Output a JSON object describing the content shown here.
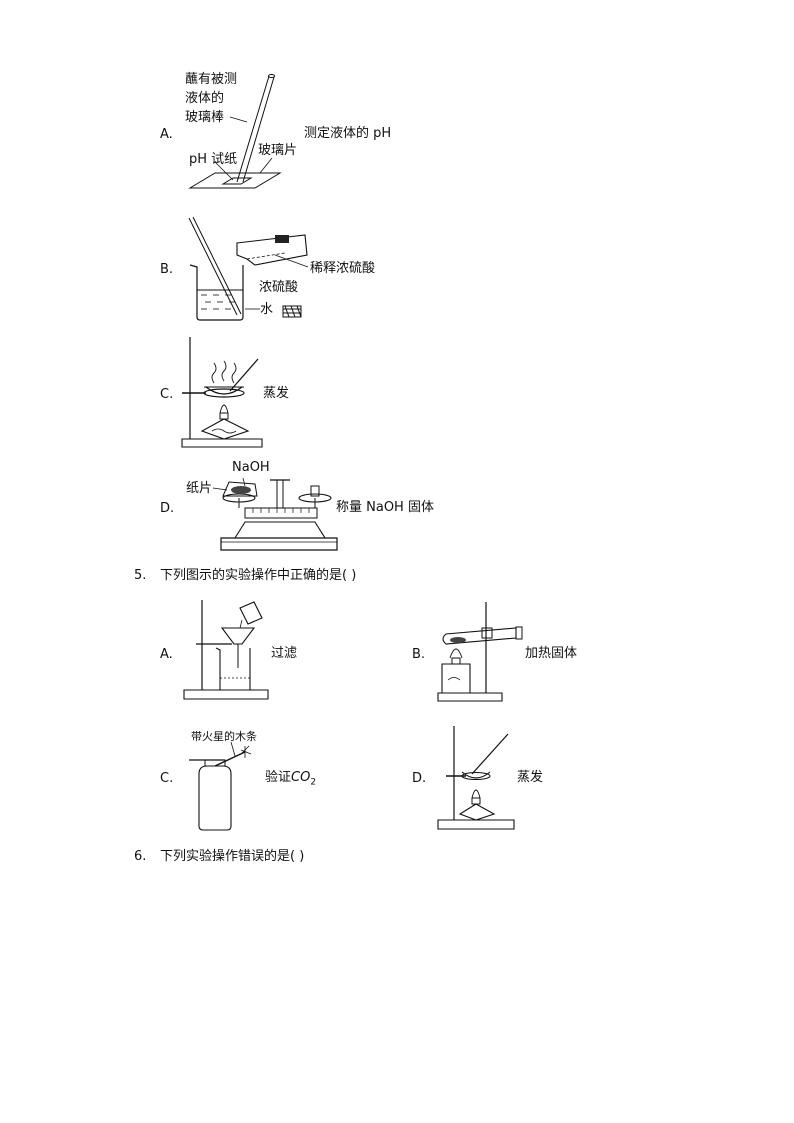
{
  "q4_options": {
    "A": {
      "letter": "A.",
      "label_rod_line1": "蘸有被测",
      "label_rod_line2": "液体的",
      "label_rod_line3": "玻璃棒",
      "label_glass": "玻璃片",
      "label_paper": "pH 试纸",
      "caption": "测定液体的 pH"
    },
    "B": {
      "letter": "B.",
      "caption": "稀释浓硫酸",
      "label_acid": "浓硫酸",
      "label_water": "水"
    },
    "C": {
      "letter": "C.",
      "caption": "蒸发"
    },
    "D": {
      "letter": "D.",
      "label_naoh": "NaOH",
      "label_paper": "纸片",
      "caption": "称量 NaOH 固体"
    }
  },
  "q5": {
    "number": "5.",
    "stem": "下列图示的实验操作中正确的是(    )",
    "A": {
      "letter": "A.",
      "caption": "过滤"
    },
    "B": {
      "letter": "B.",
      "caption": "加热固体"
    },
    "C": {
      "letter": "C.",
      "caption_prefix": "验证",
      "caption_formula": "CO",
      "caption_sub": "2",
      "label_splint": "带火星的木条"
    },
    "D": {
      "letter": "D.",
      "caption": "蒸发"
    }
  },
  "q6": {
    "number": "6.",
    "stem": "下列实验操作错误的是(    )"
  }
}
